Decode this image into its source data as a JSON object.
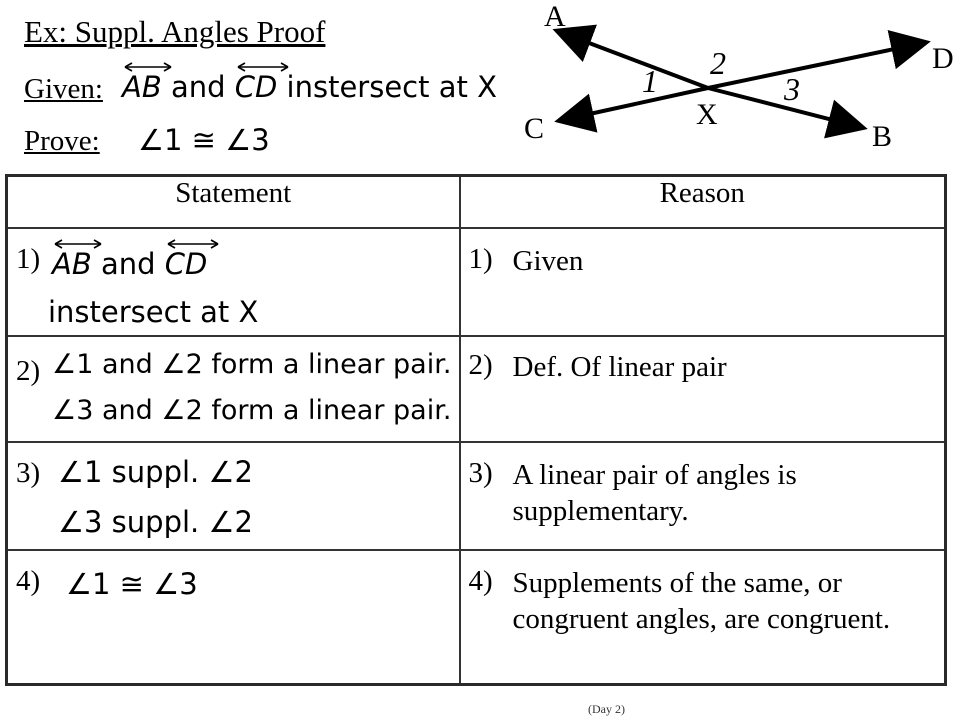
{
  "title": "Ex: Suppl. Angles Proof",
  "given": {
    "label": "Given:",
    "seg1": "AB",
    "and": "and",
    "seg2": "CD",
    "rest": "instersect at X"
  },
  "prove": {
    "label": "Prove:",
    "a1": "1",
    "cong": "≅",
    "a2": "3"
  },
  "figure": {
    "points": {
      "A": "A",
      "B": "B",
      "C": "C",
      "D": "D",
      "X": "X"
    },
    "angles": {
      "one": "1",
      "two": "2",
      "three": "3"
    }
  },
  "table": {
    "headers": {
      "statement": "Statement",
      "reason": "Reason"
    },
    "rows": [
      {
        "num": "1)",
        "statement": {
          "seg1": "AB",
          "and": "and",
          "seg2": "CD",
          "line2": "instersect at X"
        },
        "reason_num": "1)",
        "reason": "Given"
      },
      {
        "num": "2)",
        "statement": {
          "line1_a": "1",
          "line1_b": "and",
          "line1_c": "2",
          "line1_d": "form a linear pair.",
          "line2_a": "3",
          "line2_b": "and",
          "line2_c": "2",
          "line2_d": "form a linear pair."
        },
        "reason_num": "2)",
        "reason": "Def. Of linear pair"
      },
      {
        "num": "3)",
        "statement": {
          "line1_a": "1",
          "line1_b": "suppl.",
          "line1_c": "2",
          "line2_a": "3",
          "line2_b": "suppl.",
          "line2_c": "2"
        },
        "reason_num": "3)",
        "reason": "A linear pair of angles is supplementary."
      },
      {
        "num": "4)",
        "statement": {
          "a1": "1",
          "cong": "≅",
          "a2": "3"
        },
        "reason_num": "4)",
        "reason": "Supplements of the same, or congruent angles, are congruent."
      }
    ]
  },
  "footer": "(Day 2)"
}
